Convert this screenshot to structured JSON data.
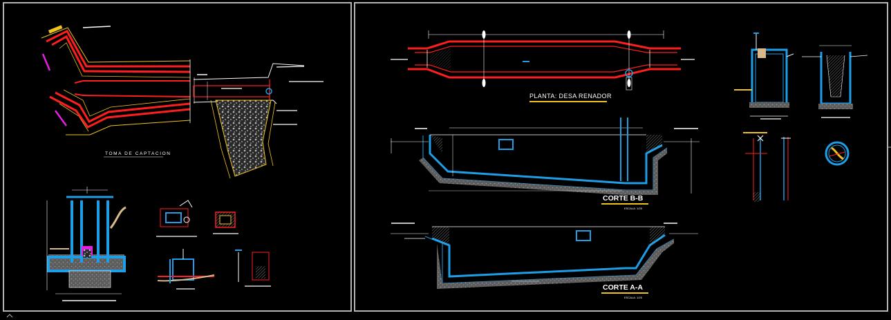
{
  "viewports": {
    "left": {
      "name": "left-viewport"
    },
    "right": {
      "name": "right-viewport"
    }
  },
  "labels": {
    "toma": "TOMA DE CAPTACION",
    "planta": "PLANTA: DESA RENADOR",
    "corte_bb": "CORTE B-B",
    "corte_aa": "CORTE A-A",
    "escala_bb": "ESCALA: 1/25",
    "escala_aa": "ESCALA: 1/25"
  },
  "colors": {
    "background": "#000000",
    "frame": "#b4b4b4",
    "wall_red": "#ff1e1e",
    "concrete_blue": "#1e9ee6",
    "dim_line": "#ffffff",
    "accent_yellow": "#f0c41e",
    "accent_magenta": "#e61ee6",
    "soil": "#7a7a7a"
  }
}
